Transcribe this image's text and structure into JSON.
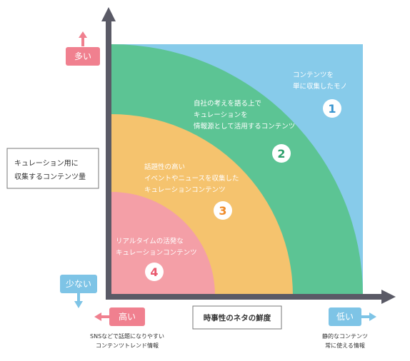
{
  "colors": {
    "zone1": "#87cbea",
    "zone2": "#5cc494",
    "zone3": "#f5c36e",
    "zone4": "#f49fa7",
    "axis": "#5a5a66",
    "high_tag": "#f0808f",
    "low_tag": "#7ec4e6",
    "badge1": "#3a95cf",
    "badge2": "#2fa06c",
    "badge3": "#ef8b2a",
    "badge4": "#e9596e"
  },
  "zones": [
    {
      "number": "1",
      "lines": [
        "コンテンツを",
        "単に収集したモノ"
      ]
    },
    {
      "number": "2",
      "lines": [
        "自社の考えを語る上で",
        "キュレーションを",
        "情報源として活用するコンテンツ"
      ]
    },
    {
      "number": "3",
      "lines": [
        "話題性の高い",
        "イベントやニュースを収集した",
        "キュレーションコンテンツ"
      ]
    },
    {
      "number": "4",
      "lines": [
        "リアルタイムの活発な",
        "キュレーションコンテンツ"
      ]
    }
  ],
  "y_axis": {
    "top_tag": "多い",
    "bottom_tag": "少ない",
    "label_lines": [
      "キュレーション用に",
      "収集するコンテンツ量"
    ]
  },
  "x_axis": {
    "left_tag": "高い",
    "right_tag": "低い",
    "label": "時事性のネタの鮮度",
    "left_note": [
      "SNSなどで話題になりやすい",
      "コンテンツトレンド情報"
    ],
    "right_note": [
      "静的なコンテンツ",
      "常に使える情報"
    ]
  }
}
